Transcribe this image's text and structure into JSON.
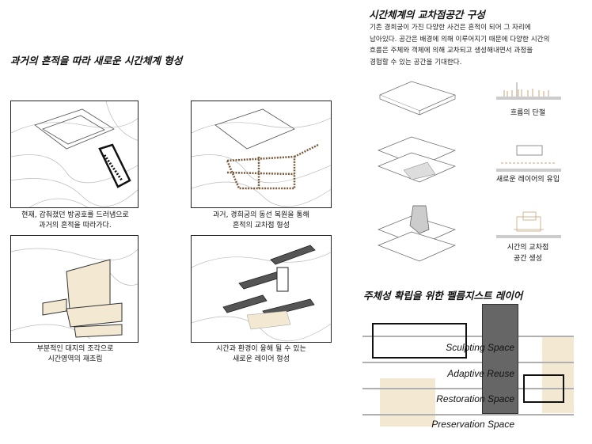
{
  "left": {
    "title": "과거의 흔적을 따라 새로운 시간체계 형성",
    "captions": [
      {
        "line1": "현재, 감춰졌던 방공호를 드러냄으로",
        "line2": "과거의 흔적을 따라가다."
      },
      {
        "line1": "과거, 경희궁의 동선 복원을 통해",
        "line2": "흔적의 교차점 형성"
      },
      {
        "line1": "부분적인 대지의 조각으로",
        "line2": "시간영역의 재조립"
      },
      {
        "line1": "시간과 환경이 융해 될 수 있는",
        "line2": "새로운 레이어 형성"
      }
    ]
  },
  "right": {
    "title": "시간체계의 교차점공간 구성",
    "paragraph": [
      "기존 경희궁이 가진 다양한 사건은 흔적이 되어 그 자리에",
      "남아있다. 공간은 배경에 의해 이루어지기 때문에 다양한 시간의",
      "흐름은 주체와 객체에 의해 교차되고 생성해내면서 과정을",
      "경험할 수 있는 공간을 기대한다."
    ],
    "stages": [
      {
        "label": "흐름의 단절"
      },
      {
        "label": "새로운 레이어의 유입"
      },
      {
        "label": "시간의 교차점",
        "label2": "공간 생성"
      }
    ]
  },
  "layers": {
    "title": "주체성 확립을 위한 펠름지스트 레이어",
    "labels": [
      "Sculpting Space",
      "Adaptive Reuse",
      "Restoration Space",
      "Preservation Space"
    ],
    "colors": {
      "beige": "#f3e8d2",
      "dark": "#666666",
      "line": "#b0b0b0"
    }
  }
}
